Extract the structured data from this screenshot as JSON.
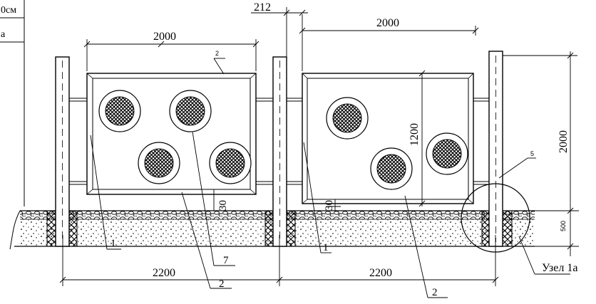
{
  "drawing": {
    "corner_table": {
      "row1": "0см",
      "row2": "а"
    },
    "dimensions": {
      "post_offset": "212",
      "panel_width_left": "2000",
      "panel_width_right": "2000",
      "span_left": "2200",
      "span_right": "2200",
      "panel_height": "1200",
      "total_height": "2000",
      "foundation_depth": "500",
      "gap_left": "30",
      "gap_right": "30"
    },
    "callouts": {
      "item_1_left": "1",
      "item_1_right": "1",
      "item_2_top": "2",
      "item_2_bottom_left": "2",
      "item_2_bottom_right": "2",
      "item_5": "5",
      "item_7": "7",
      "node": "Узел 1а"
    }
  }
}
